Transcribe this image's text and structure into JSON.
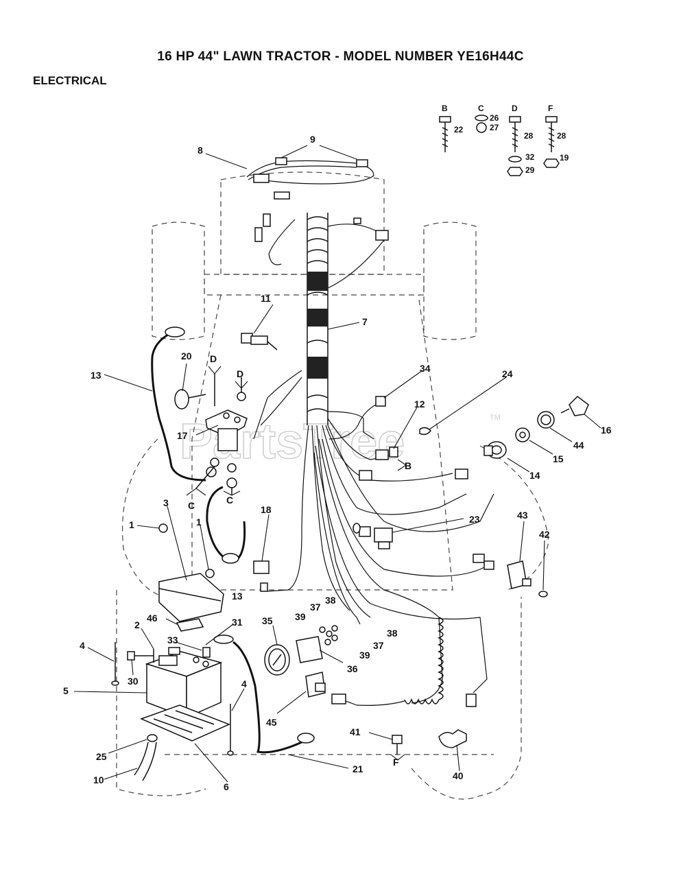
{
  "header": {
    "title": "16 HP 44\" LAWN TRACTOR - MODEL NUMBER YE16H44C",
    "section": "ELECTRICAL"
  },
  "watermark": {
    "text": "PartsTree",
    "trademark": "TM"
  },
  "hardware_groups": [
    {
      "letter": "B",
      "parts": [
        "22"
      ]
    },
    {
      "letter": "C",
      "parts": [
        "26",
        "27"
      ]
    },
    {
      "letter": "D",
      "parts": [
        "28",
        "32",
        "29"
      ]
    },
    {
      "letter": "F",
      "parts": [
        "28",
        "19"
      ]
    }
  ],
  "callouts": {
    "n1a": "1",
    "n1b": "1",
    "n2": "2",
    "n3": "3",
    "n4a": "4",
    "n4b": "4",
    "n5": "5",
    "n6": "6",
    "n7": "7",
    "n8": "8",
    "n9": "9",
    "n10": "10",
    "n11": "11",
    "n12": "12",
    "n13a": "13",
    "n13b": "13",
    "n14": "14",
    "n15": "15",
    "n16": "16",
    "n17": "17",
    "n18": "18",
    "n20": "20",
    "n21": "21",
    "n23": "23",
    "n24": "24",
    "n25": "25",
    "n30": "30",
    "n31": "31",
    "n33": "33",
    "n34": "34",
    "n35": "35",
    "n36": "36",
    "n37a": "37",
    "n37b": "37",
    "n38a": "38",
    "n38b": "38",
    "n39a": "39",
    "n39b": "39",
    "n40": "40",
    "n41": "41",
    "n42": "42",
    "n43": "43",
    "n44": "44",
    "n45": "45",
    "n46": "46"
  },
  "hardware_refs": {
    "d1": "D",
    "d2": "D",
    "c1": "C",
    "c2": "C",
    "b1": "B",
    "f1": "F"
  }
}
